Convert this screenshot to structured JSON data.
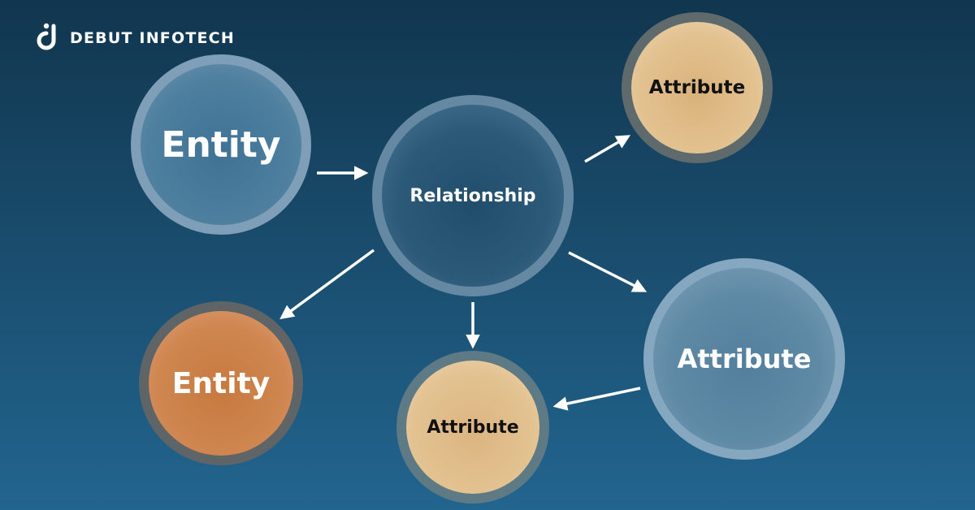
{
  "brand": {
    "name": "DEBUT INFOTECH"
  },
  "colors": {
    "background_top": "#11364f",
    "background_bottom": "#22658f",
    "entity_blue": "#4f7f9e",
    "relationship_blue": "#2c5a78",
    "entity_orange": "#cf8650",
    "attribute_tan": "#e3c291",
    "attribute_blue": "#5f8aa6",
    "arrow": "#ffffff"
  },
  "nodes": {
    "entity_top": {
      "label": "Entity"
    },
    "relationship": {
      "label": "Relationship"
    },
    "attribute_top_right": {
      "label": "Attribute"
    },
    "entity_bottom": {
      "label": "Entity"
    },
    "attribute_bottom_center": {
      "label": "Attribute"
    },
    "attribute_right": {
      "label": "Attribute"
    }
  },
  "edges": [
    {
      "from": "entity_top",
      "to": "relationship"
    },
    {
      "from": "relationship",
      "to": "attribute_top_right"
    },
    {
      "from": "relationship",
      "to": "entity_bottom"
    },
    {
      "from": "relationship",
      "to": "attribute_bottom_center"
    },
    {
      "from": "relationship",
      "to": "attribute_right"
    },
    {
      "from": "attribute_right",
      "to": "attribute_bottom_center"
    }
  ]
}
